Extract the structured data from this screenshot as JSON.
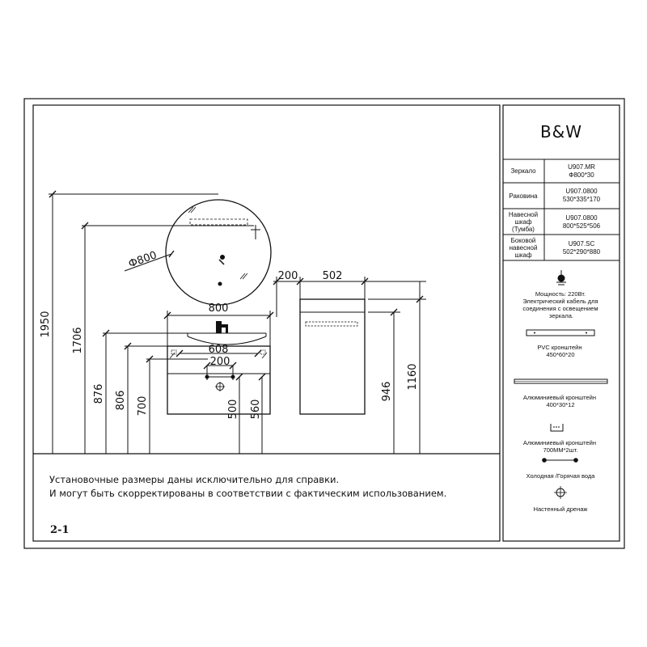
{
  "brand": "B&W",
  "spec_table": [
    {
      "name_lines": [
        "Зеркало"
      ],
      "code_lines": [
        "U907.MR",
        "Ф800*30"
      ]
    },
    {
      "name_lines": [
        "Раковина"
      ],
      "code_lines": [
        "U907.0800",
        "530*335*170"
      ]
    },
    {
      "name_lines": [
        "Навесной",
        "шкаф",
        "(Тумба)"
      ],
      "code_lines": [
        "U907.0800",
        "800*525*506"
      ]
    },
    {
      "name_lines": [
        "Боковой",
        "навесной",
        "шкаф"
      ],
      "code_lines": [
        "U907.SC",
        "502*290*880"
      ]
    }
  ],
  "legend": {
    "power_lines": [
      "Мощность: 220Вт.",
      "Электрический кабель для",
      "соединения с освещением",
      "зеркала."
    ],
    "pvc_bracket_lines": [
      "PVC кронштейн",
      "450*60*20"
    ],
    "alu_bracket1_lines": [
      "Алюминиевый кронштейн",
      "400*30*12"
    ],
    "alu_bracket2_lines": [
      "Алюминиевый кронштейн",
      "700MM*2шт."
    ],
    "water": "Холодная /Горячая вода",
    "drain": "Настенный дренаж"
  },
  "dims": {
    "mirror_diameter": "Ф800",
    "vanity_width": "800",
    "sink_width": "608",
    "pipe_spacing": "200",
    "gap": "200",
    "side_cabinet_width": "502",
    "h1950": "1950",
    "h1706": "1706",
    "h876": "876",
    "h806": "806",
    "h700": "700",
    "h500": "500",
    "h560": "560",
    "h946": "946",
    "h1160": "1160"
  },
  "notes": [
    "Установочные размеры даны исключительно для справки.",
    "И могут быть скорректированы в соответствии с фактическим использованием."
  ],
  "page_number": "2-1"
}
